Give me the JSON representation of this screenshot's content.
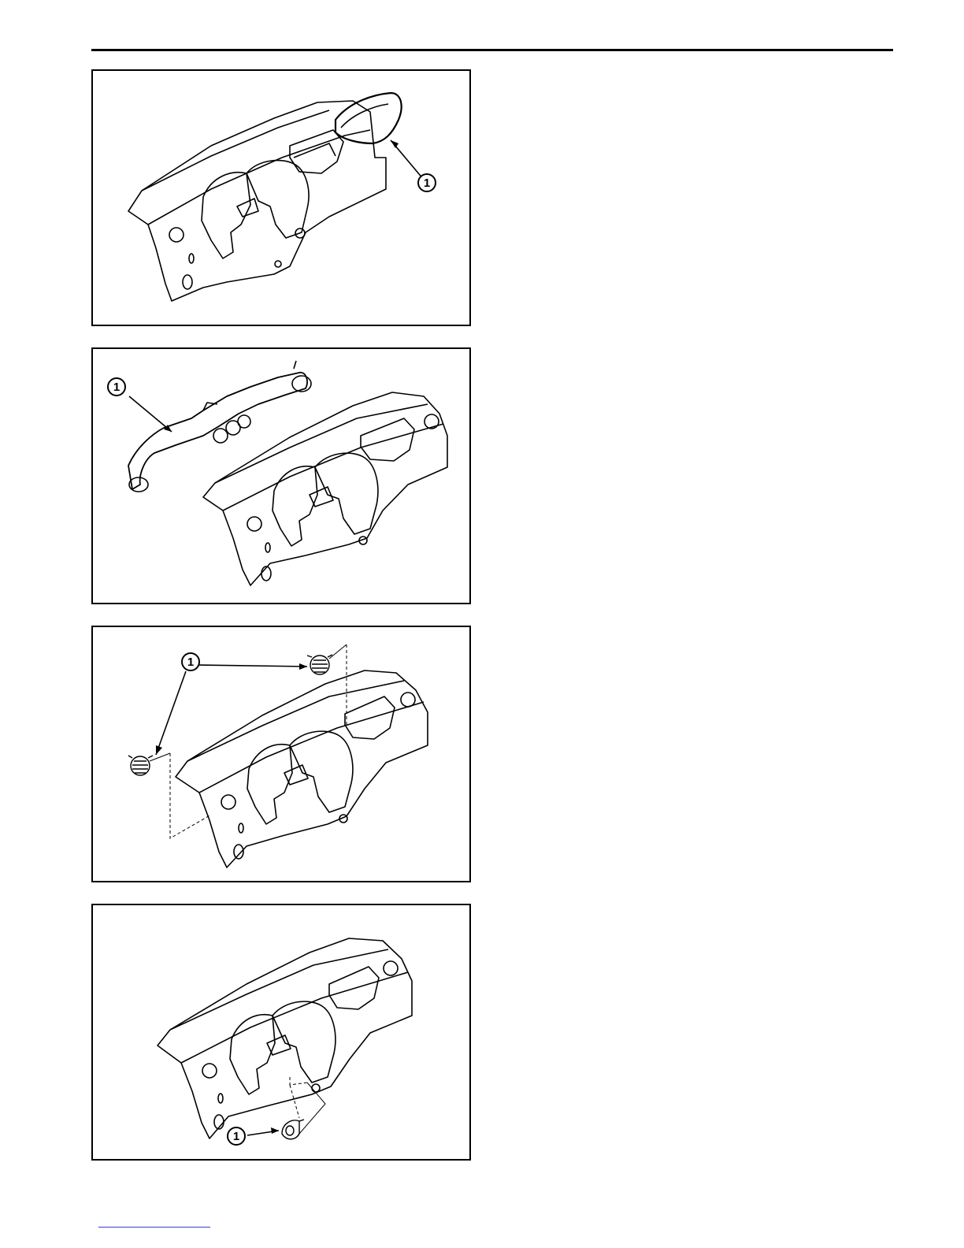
{
  "figures": [
    {
      "id": "figure-1",
      "callout": "1",
      "subject": "dashboard-with-glovebox-lid-icon"
    },
    {
      "id": "figure-2",
      "callout": "1",
      "subject": "dashboard-with-air-duct-icon"
    },
    {
      "id": "figure-3",
      "callout": "1",
      "subject": "dashboard-with-side-vents-icon"
    },
    {
      "id": "figure-4",
      "callout": "1",
      "subject": "dashboard-with-lower-grommet-icon"
    }
  ],
  "colors": {
    "line": "#000000",
    "fill": "#ffffff",
    "footer_link": "#3a3ad0"
  }
}
